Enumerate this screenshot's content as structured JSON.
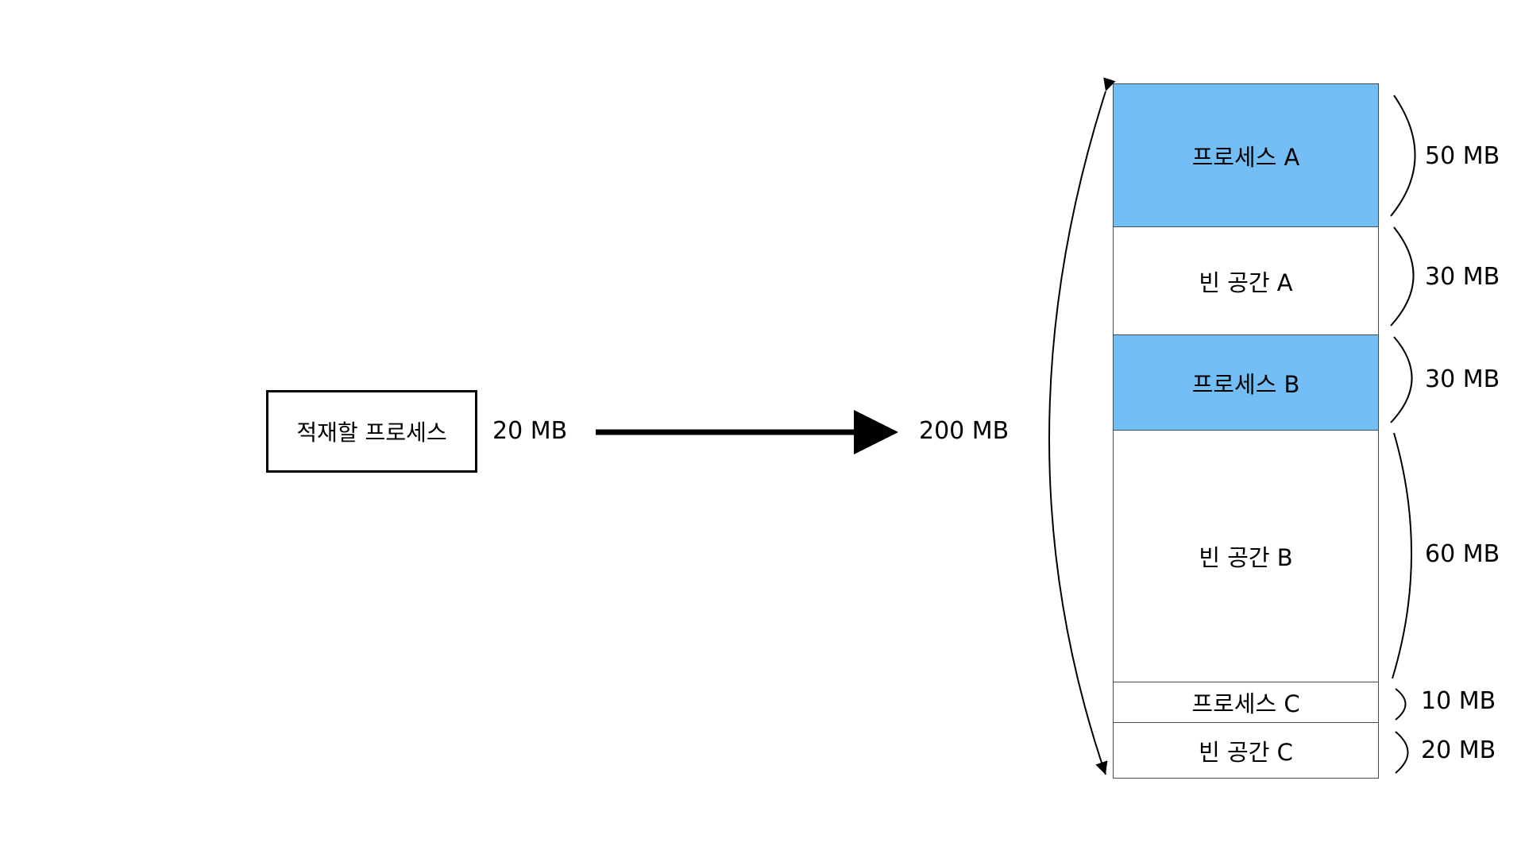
{
  "incoming_process": {
    "label": "적재할 프로세스",
    "size": "20 MB"
  },
  "memory": {
    "total_size": "200 MB",
    "segments": [
      {
        "label": "프로세스 A",
        "size": "50 MB",
        "kind": "process"
      },
      {
        "label": "빈 공간 A",
        "size": "30 MB",
        "kind": "free"
      },
      {
        "label": "프로세스 B",
        "size": "30 MB",
        "kind": "process"
      },
      {
        "label": "빈 공간 B",
        "size": "60 MB",
        "kind": "free"
      },
      {
        "label": "프로세스 C",
        "size": "10 MB",
        "kind": "process"
      },
      {
        "label": "빈 공간 C",
        "size": "20 MB",
        "kind": "free"
      }
    ]
  },
  "colors": {
    "process_fill": "#74bef6",
    "free_fill": "#ffffff",
    "stroke": "#000000"
  }
}
